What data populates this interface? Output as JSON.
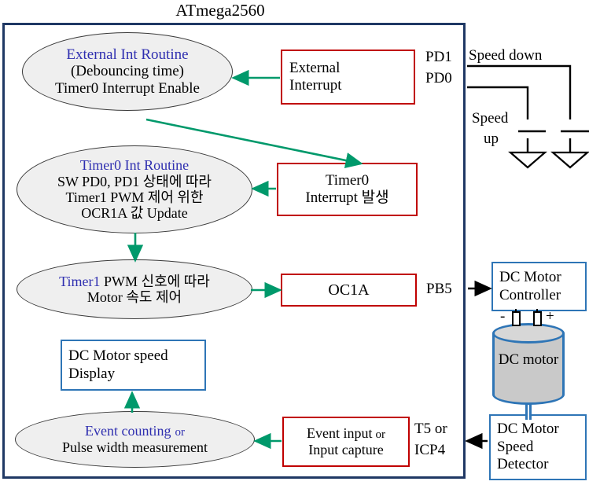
{
  "diagram": {
    "title": "ATmega2560",
    "colors": {
      "chip_border": "#1f3864",
      "red_box": "#c00000",
      "blue_box": "#2e75b6",
      "arrow_green": "#00996b",
      "ellipse_fill": "#efefef",
      "accent_text_blue": "#2f2fb0",
      "motor_fill": "#c9c9c9"
    }
  },
  "routines": {
    "external_int": {
      "line1": "External Int Routine",
      "line2": "(Debouncing time)",
      "line3": "Timer0 Interrupt Enable"
    },
    "timer0_int": {
      "line1": "Timer0 Int Routine",
      "line2": "SW PD0, PD1 상태에 따라",
      "line3": "Timer1 PWM 제어 위한",
      "line4": "OCR1A 값  Update"
    },
    "timer1_pwm": {
      "line1_blue": "Timer1",
      "line1_rest": " PWM 신호에 따라",
      "line2": "Motor 속도 제어"
    },
    "event_counting": {
      "line1_blue": "Event counting",
      "line1_or": "or",
      "line2": "Pulse width measurement"
    }
  },
  "hardware_blocks": {
    "external_interrupt": {
      "line1": "External",
      "line2": "Interrupt"
    },
    "timer0_interrupt": {
      "line1": "Timer0",
      "line2": "Interrupt 발생"
    },
    "oc1a": {
      "line1": "OC1A"
    },
    "event_input": {
      "line1": "Event input",
      "line1_or": "or",
      "line2": "Input capture"
    }
  },
  "peripherals": {
    "motor_speed_display": {
      "line1": "DC Motor speed",
      "line2": "Display"
    },
    "motor_controller": {
      "line1": "DC Motor",
      "line2": "Controller"
    },
    "dc_motor": {
      "label": "DC motor",
      "terminal_minus": "-",
      "terminal_plus": "+"
    },
    "speed_detector": {
      "line1": "DC Motor",
      "line2": "Speed",
      "line3": "Detector"
    }
  },
  "pins": {
    "pd1": "PD1",
    "pd0": "PD0",
    "pb5": "PB5",
    "t5_icp4_line1": "T5 or",
    "t5_icp4_line2": "ICP4"
  },
  "switches": {
    "speed_down": "Speed down",
    "speed_up_line1": "Speed",
    "speed_up_line2": "up"
  }
}
